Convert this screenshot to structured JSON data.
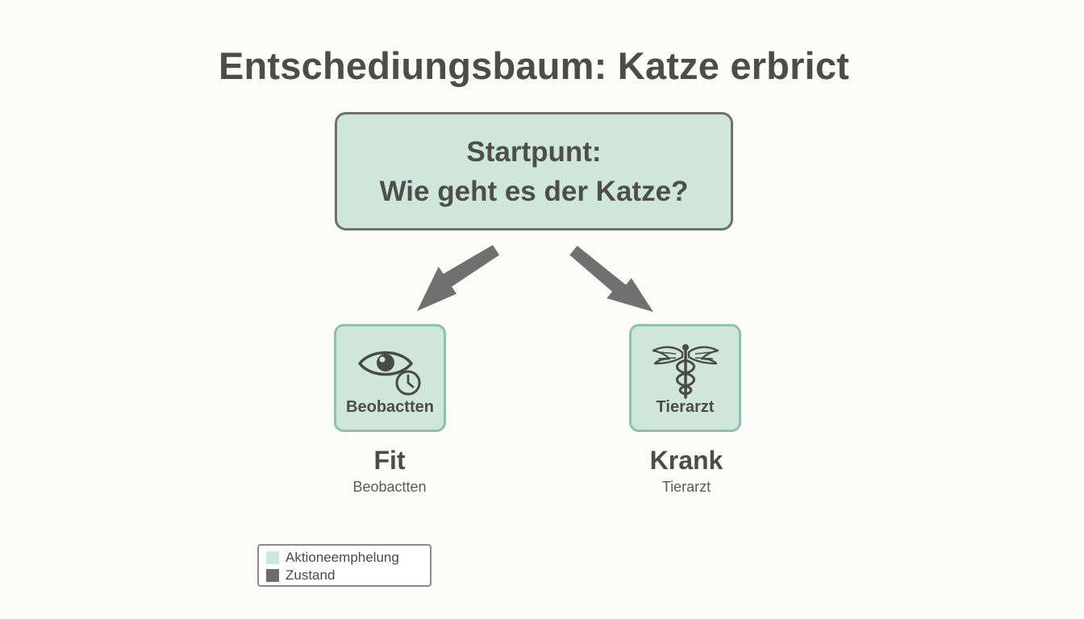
{
  "title": "Entschediungsbaum: Katze erbrict",
  "colors": {
    "action_fill": "#cfe6dd",
    "state_fill": "#6d6d6d",
    "arrow": "#707070",
    "box_border": "#707070",
    "action_border": "#8fbfae"
  },
  "start": {
    "line1": "Startpunt:",
    "line2": "Wie geht es der Katze?"
  },
  "branches": [
    {
      "icon": "eye-clock-icon",
      "action": "Beobactten",
      "state": "Fit",
      "state_sub": "Beobactten"
    },
    {
      "icon": "caduceus-icon",
      "action": "Tierarzt",
      "state": "Krank",
      "state_sub": "Tierarzt"
    }
  ],
  "legend": [
    {
      "label": "Aktioneemphelung",
      "color": "#cfe6dd"
    },
    {
      "label": "Zustand",
      "color": "#6d6d6d"
    }
  ]
}
